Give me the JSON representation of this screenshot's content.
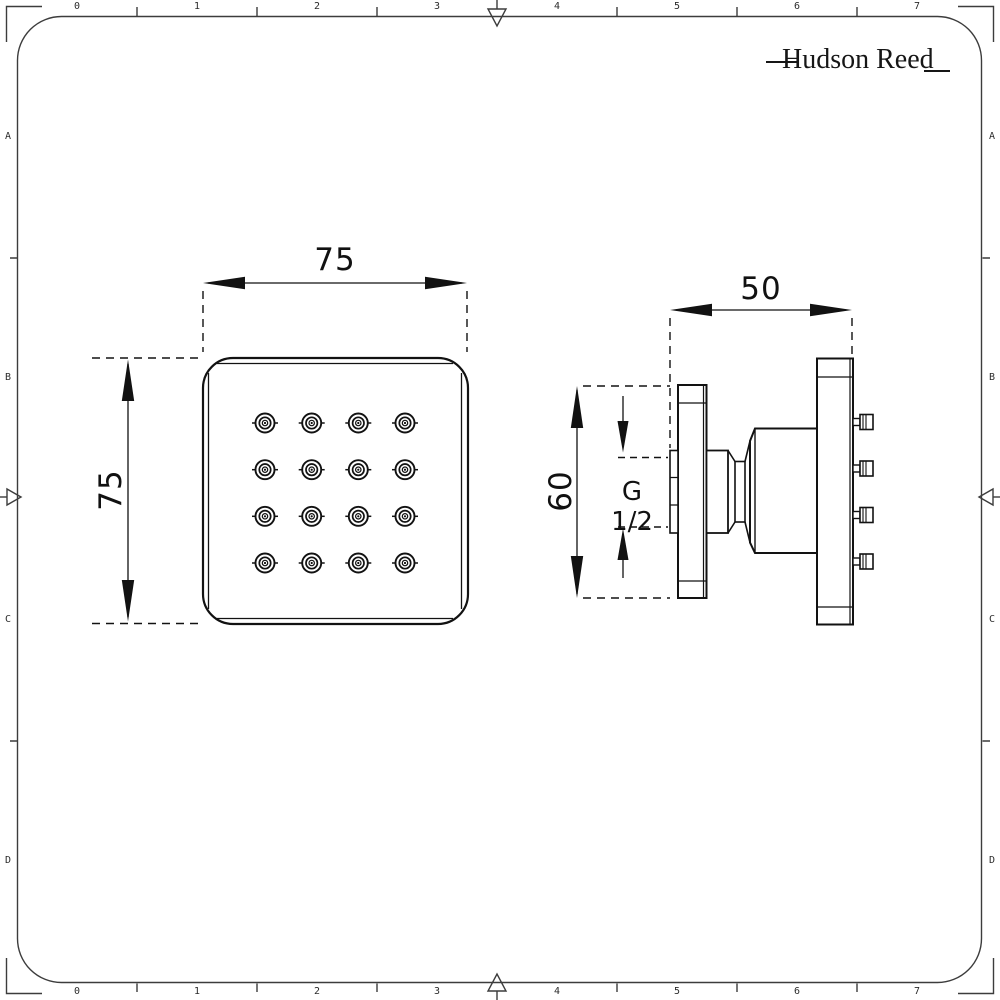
{
  "brand": {
    "name": "Hudson Reed"
  },
  "ruler": {
    "top": [
      "0",
      "1",
      "2",
      "3",
      "4",
      "5",
      "6",
      "7"
    ],
    "bottom": [
      "0",
      "1",
      "2",
      "3",
      "4",
      "5",
      "6",
      "7"
    ],
    "left": [
      "A",
      "B",
      "C",
      "D"
    ],
    "right": [
      "A",
      "B",
      "C",
      "D"
    ]
  },
  "views": {
    "front": {
      "width_dim": "75",
      "height_dim": "75",
      "nozzle_rows": 4,
      "nozzle_cols": 4
    },
    "side": {
      "depth_dim": "50",
      "height_dim": "60",
      "thread": "G 1/2",
      "nozzle_count": 4
    }
  },
  "colors": {
    "background": "#ffffff",
    "drawing_line": "#121212",
    "frame_line": "#3c3c3c",
    "text": "#1a1a1a"
  }
}
